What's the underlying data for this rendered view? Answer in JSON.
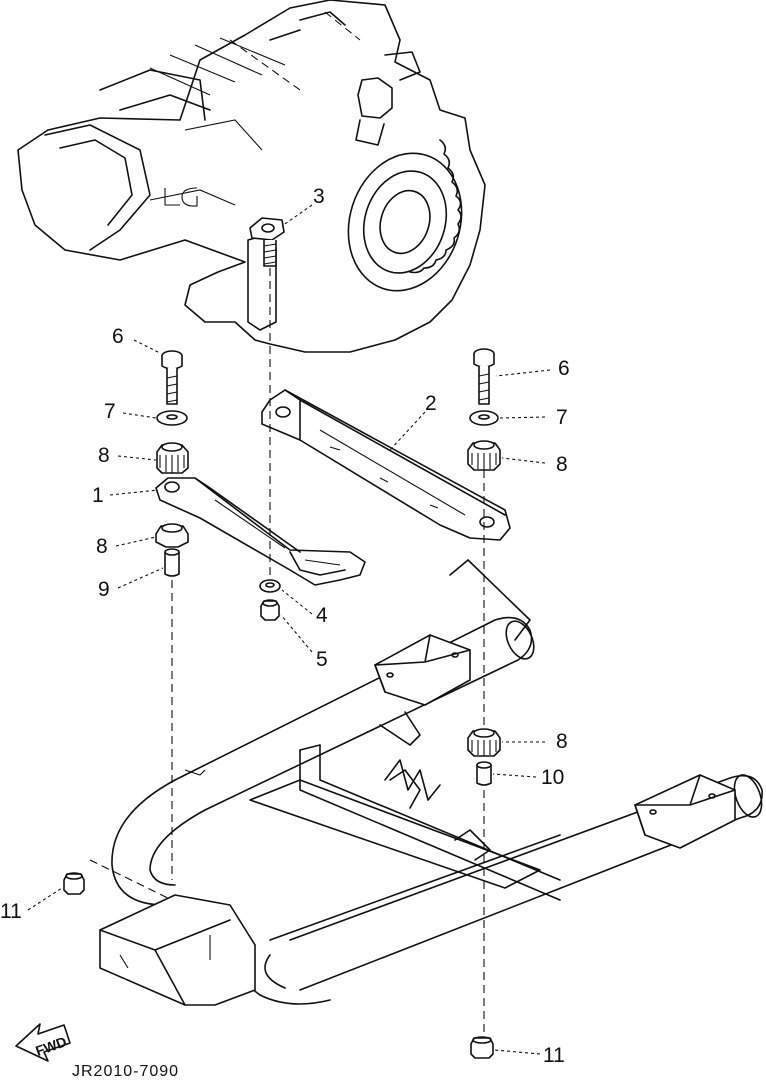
{
  "diagram": {
    "code": "JR2010-7090",
    "fwd_label": "FWD",
    "callouts": [
      {
        "id": "c3",
        "label": "3"
      },
      {
        "id": "c6l",
        "label": "6"
      },
      {
        "id": "c6r",
        "label": "6"
      },
      {
        "id": "c7l",
        "label": "7"
      },
      {
        "id": "c7r",
        "label": "7"
      },
      {
        "id": "c2",
        "label": "2"
      },
      {
        "id": "c8a",
        "label": "8"
      },
      {
        "id": "c8b",
        "label": "8"
      },
      {
        "id": "c1",
        "label": "1"
      },
      {
        "id": "c8c",
        "label": "8"
      },
      {
        "id": "c9",
        "label": "9"
      },
      {
        "id": "c4",
        "label": "4"
      },
      {
        "id": "c5",
        "label": "5"
      },
      {
        "id": "c8d",
        "label": "8"
      },
      {
        "id": "c10",
        "label": "10"
      },
      {
        "id": "c11l",
        "label": "11"
      },
      {
        "id": "c11r",
        "label": "11"
      }
    ]
  }
}
